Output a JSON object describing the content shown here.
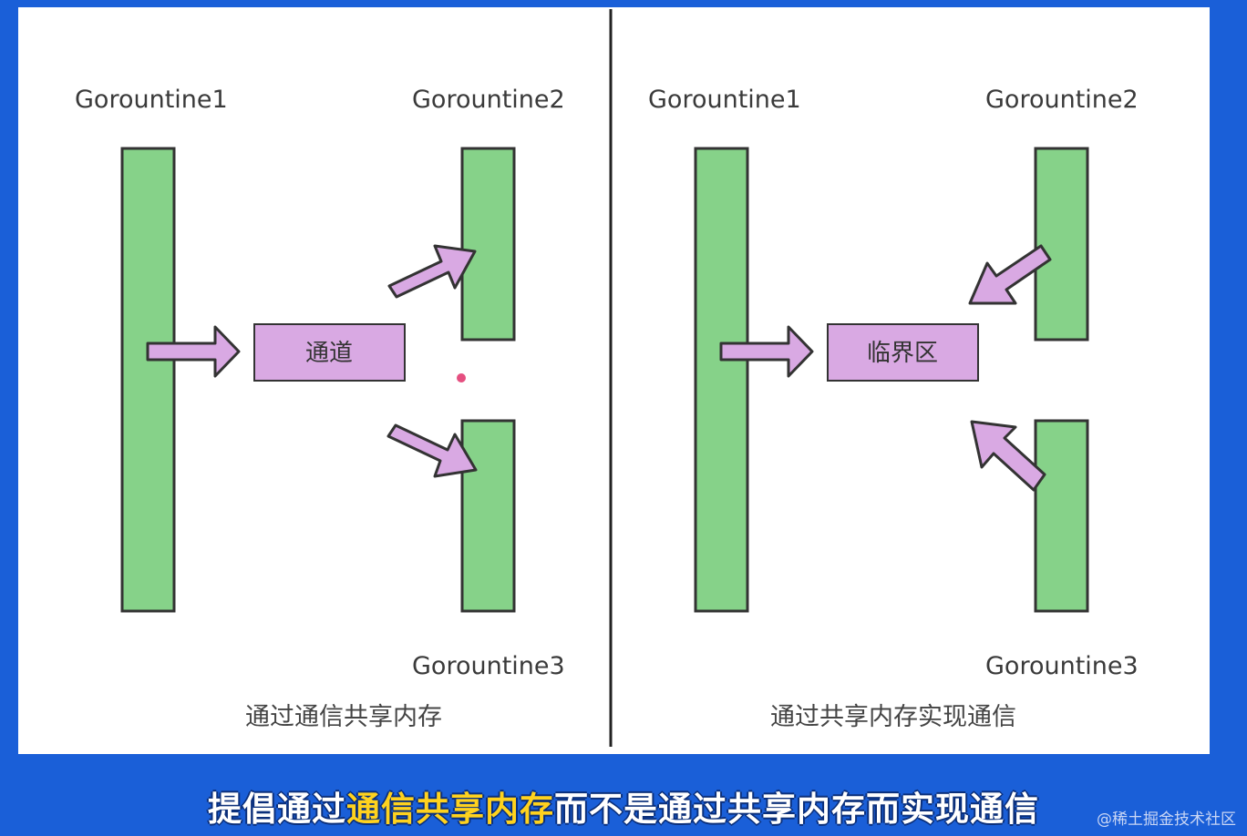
{
  "left_panel": {
    "g1_label": "Gorountine1",
    "g2_label": "Gorountine2",
    "g3_label": "Gorountine3",
    "box_label": "通道",
    "caption": "通过通信共享内存"
  },
  "right_panel": {
    "g1_label": "Gorountine1",
    "g2_label": "Gorountine2",
    "g3_label": "Gorountine3",
    "box_label": "临界区",
    "caption": "通过共享内存实现通信"
  },
  "subtitle": {
    "prefix": "提倡通过",
    "highlight": "通信共享内存",
    "suffix": "而不是通过共享内存而实现通信"
  },
  "watermark": "@稀土掘金技术社区",
  "colors": {
    "background": "#1a5fd8",
    "goroutine_bar": "#86d289",
    "box_and_arrow": "#d9a9e3",
    "highlight": "#ffd21e"
  }
}
